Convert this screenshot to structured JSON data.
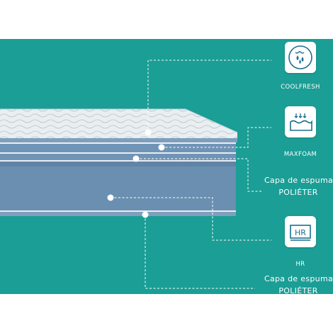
{
  "features": [
    {
      "label": "COOLFRESH",
      "icon": "water-drops-icon"
    },
    {
      "label": "MAXFOAM",
      "icon": "foam-layer-icon"
    },
    {
      "line1": "Capa de espuma",
      "line2": "POLIÉTER"
    },
    {
      "label": "HR",
      "icon_text": "HR"
    },
    {
      "line1": "Capa de espuma",
      "line2": "POLIÉTER"
    }
  ],
  "colors": {
    "background": "#1a9e96",
    "mattress_core": "#6b8fb0",
    "mattress_top": "#e6ecef",
    "icon_accent": "#1a6f8f"
  }
}
